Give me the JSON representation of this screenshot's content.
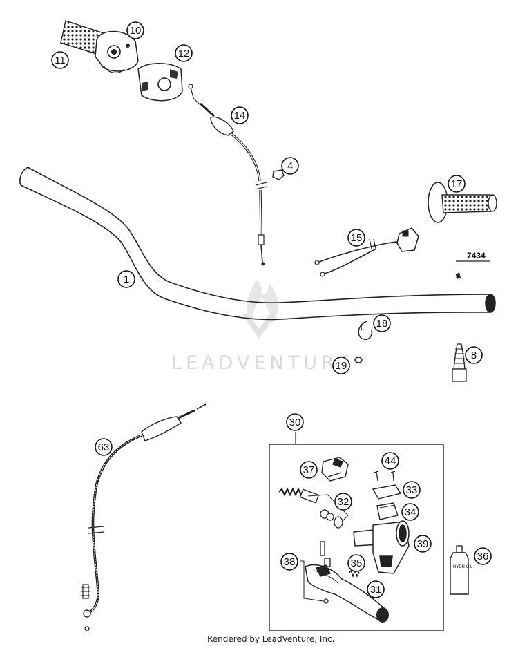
{
  "callouts": [
    {
      "id": "c1",
      "label": "1"
    },
    {
      "id": "c4",
      "label": "4"
    },
    {
      "id": "c8",
      "label": "8"
    },
    {
      "id": "c10",
      "label": "10"
    },
    {
      "id": "c11",
      "label": "11"
    },
    {
      "id": "c12",
      "label": "12"
    },
    {
      "id": "c14",
      "label": "14"
    },
    {
      "id": "c15",
      "label": "15"
    },
    {
      "id": "c17",
      "label": "17"
    },
    {
      "id": "c18",
      "label": "18"
    },
    {
      "id": "c19",
      "label": "19"
    },
    {
      "id": "c30",
      "label": "30"
    },
    {
      "id": "c31",
      "label": "31"
    },
    {
      "id": "c32",
      "label": "32"
    },
    {
      "id": "c33",
      "label": "33"
    },
    {
      "id": "c34",
      "label": "34"
    },
    {
      "id": "c35",
      "label": "35"
    },
    {
      "id": "c36",
      "label": "36"
    },
    {
      "id": "c37",
      "label": "37"
    },
    {
      "id": "c38",
      "label": "38"
    },
    {
      "id": "c39",
      "label": "39"
    },
    {
      "id": "c44",
      "label": "44"
    },
    {
      "id": "c63",
      "label": "63"
    }
  ],
  "part_number_text": "7434",
  "bottle_label_8": "",
  "bottle_label_36": "HYDR OIL",
  "watermark_text": "LEADVENTURE",
  "footer_text": "Rendered by LeadVenture, Inc."
}
